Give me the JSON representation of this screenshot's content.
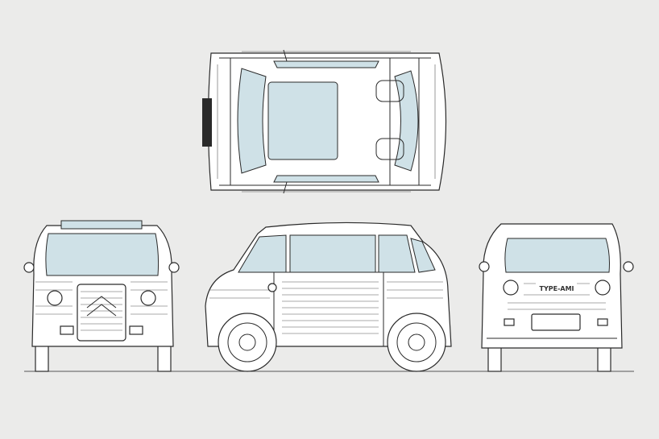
{
  "drawing": {
    "views": [
      "top",
      "front",
      "side",
      "rear"
    ],
    "rear_badge_text": "TYPE-AMI",
    "colors": {
      "background": "#ebebea",
      "glass": "#cfe1e7",
      "line": "#2a2a2a",
      "body": "#ffffff"
    }
  }
}
